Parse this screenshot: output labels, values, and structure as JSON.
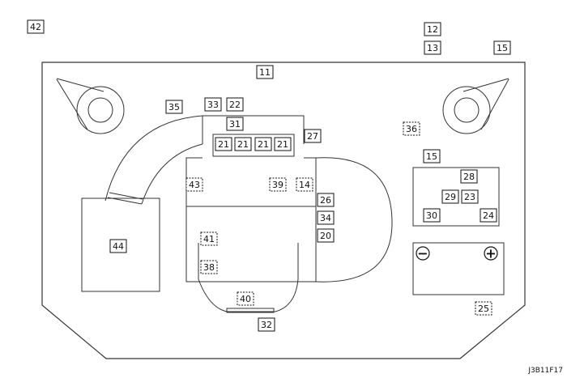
{
  "diagram_code": "J3B11F17",
  "colors": {
    "line": "#333333",
    "box_border": "#111111",
    "label_text": "#111111"
  },
  "battery": {
    "negative_symbol": "−",
    "positive_symbol": "+"
  },
  "labels": [
    {
      "id": "42",
      "text": "42",
      "style": "solid"
    },
    {
      "id": "12",
      "text": "12",
      "style": "solid"
    },
    {
      "id": "13",
      "text": "13",
      "style": "solid"
    },
    {
      "id": "15a",
      "text": "15",
      "style": "solid"
    },
    {
      "id": "11",
      "text": "11",
      "style": "solid"
    },
    {
      "id": "35",
      "text": "35",
      "style": "solid"
    },
    {
      "id": "33",
      "text": "33",
      "style": "solid"
    },
    {
      "id": "22",
      "text": "22",
      "style": "solid"
    },
    {
      "id": "31",
      "text": "31",
      "style": "solid"
    },
    {
      "id": "36",
      "text": "36",
      "style": "dashed"
    },
    {
      "id": "27",
      "text": "27",
      "style": "solid"
    },
    {
      "id": "21a",
      "text": "21",
      "style": "solid"
    },
    {
      "id": "21b",
      "text": "21",
      "style": "solid"
    },
    {
      "id": "21c",
      "text": "21",
      "style": "solid"
    },
    {
      "id": "21d",
      "text": "21",
      "style": "solid"
    },
    {
      "id": "15b",
      "text": "15",
      "style": "solid"
    },
    {
      "id": "28",
      "text": "28",
      "style": "solid"
    },
    {
      "id": "29",
      "text": "29",
      "style": "solid"
    },
    {
      "id": "23",
      "text": "23",
      "style": "solid"
    },
    {
      "id": "30",
      "text": "30",
      "style": "solid"
    },
    {
      "id": "24",
      "text": "24",
      "style": "solid"
    },
    {
      "id": "43",
      "text": "43",
      "style": "dashed"
    },
    {
      "id": "39",
      "text": "39",
      "style": "dashed"
    },
    {
      "id": "14",
      "text": "14",
      "style": "dashed"
    },
    {
      "id": "26",
      "text": "26",
      "style": "solid"
    },
    {
      "id": "34",
      "text": "34",
      "style": "solid"
    },
    {
      "id": "20",
      "text": "20",
      "style": "solid"
    },
    {
      "id": "44",
      "text": "44",
      "style": "solid"
    },
    {
      "id": "41",
      "text": "41",
      "style": "dashed"
    },
    {
      "id": "38",
      "text": "38",
      "style": "dashed"
    },
    {
      "id": "40",
      "text": "40",
      "style": "dashed"
    },
    {
      "id": "32",
      "text": "32",
      "style": "solid"
    },
    {
      "id": "25",
      "text": "25",
      "style": "dashed"
    }
  ]
}
